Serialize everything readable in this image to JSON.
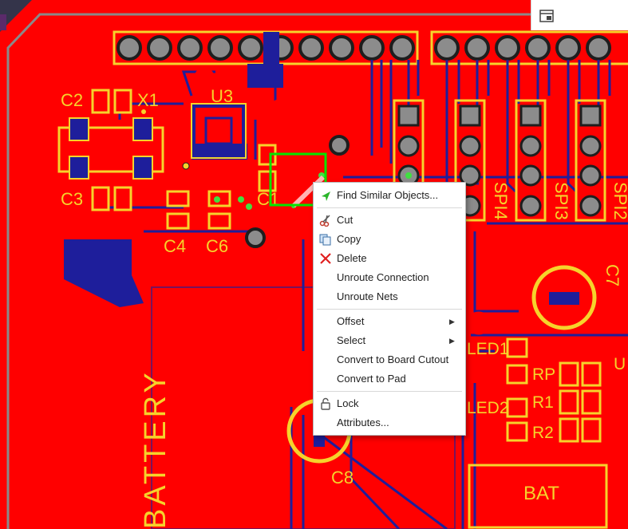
{
  "board": {
    "designators": {
      "c2": "C2",
      "x1": "X1",
      "u3": "U3",
      "c3": "C3",
      "c1": "C1",
      "c4": "C4",
      "c6": "C6",
      "c7": "C7",
      "c8": "C8",
      "spi4": "SPI4",
      "spi3": "SPI3",
      "spi2": "SPI2",
      "led1": "LED1",
      "led2": "LED2",
      "rp": "RP",
      "r1": "R1",
      "r2": "R2",
      "bat": "BAT",
      "battery": "BATTERY",
      "u_partial": "U"
    },
    "colors": {
      "copper_top": "#ff0000",
      "copper_bottom": "#1e1e9b",
      "silkscreen": "#f6d32b",
      "pad": "#8c8c8c",
      "selection": "#00e600",
      "outline": "#8a8a8a"
    }
  },
  "context_menu": {
    "items": [
      {
        "label": "Find Similar Objects...",
        "icon": "pointer-arrow-icon"
      },
      {
        "label": "Cut",
        "icon": "scissors-icon"
      },
      {
        "label": "Copy",
        "icon": "copy-icon"
      },
      {
        "label": "Delete",
        "icon": "delete-x-icon"
      },
      {
        "label": "Unroute Connection"
      },
      {
        "label": "Unroute Nets"
      },
      {
        "label": "Offset",
        "submenu": true
      },
      {
        "label": "Select",
        "submenu": true
      },
      {
        "label": "Convert to Board Cutout"
      },
      {
        "label": "Convert to Pad"
      },
      {
        "label": "Lock",
        "icon": "lock-icon"
      },
      {
        "label": "Attributes..."
      }
    ]
  },
  "panel_corner": {
    "icon": "layout-panel-icon"
  }
}
